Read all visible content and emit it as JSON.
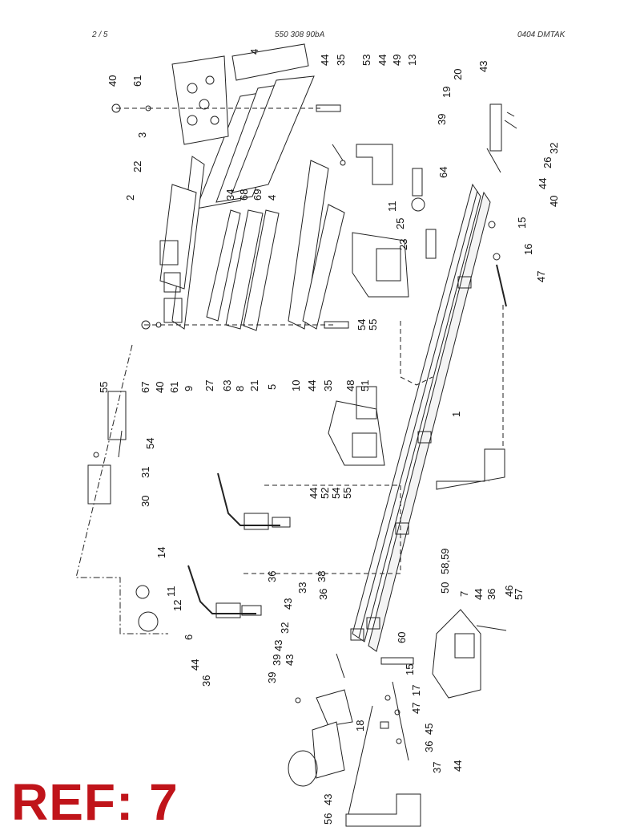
{
  "header": {
    "page": "2 /   5",
    "doc_number": "550 308 90bA",
    "code": "0404   DMTAK"
  },
  "stamp": {
    "text": "REF: 7",
    "color": "#c0141a"
  },
  "callouts": [
    "4",
    "44",
    "35",
    "53",
    "44",
    "49",
    "13",
    "43",
    "40",
    "61",
    "3",
    "22",
    "2",
    "34",
    "68",
    "69",
    "4",
    "20",
    "19",
    "39",
    "64",
    "11",
    "25",
    "23",
    "26",
    "32",
    "44",
    "40",
    "15",
    "16",
    "47",
    "54",
    "55",
    "48",
    "51",
    "1",
    "9",
    "27",
    "63",
    "8",
    "21",
    "10",
    "44",
    "35",
    "61",
    "40",
    "67",
    "55",
    "54",
    "31",
    "30",
    "5",
    "44",
    "52",
    "54",
    "55",
    "36",
    "58,59",
    "57",
    "14",
    "11",
    "12",
    "50",
    "36",
    "38",
    "33",
    "43",
    "6",
    "32",
    "43",
    "39",
    "43",
    "44",
    "36",
    "46",
    "7",
    "60",
    "15",
    "36",
    "44",
    "39",
    "17",
    "47",
    "18",
    "45",
    "36",
    "37",
    "44",
    "43",
    "56"
  ]
}
